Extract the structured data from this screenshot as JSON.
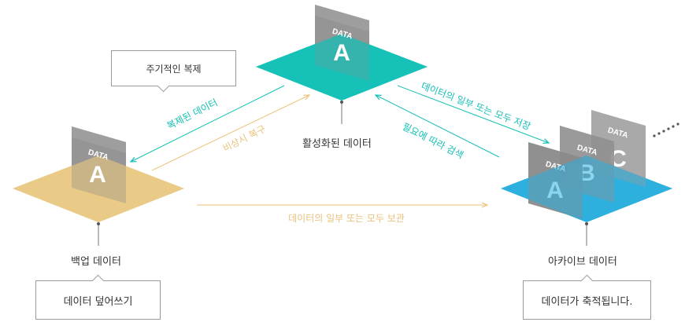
{
  "nodes": {
    "active": {
      "label": "활성화된 데이터",
      "card": {
        "tag": "DATA",
        "letter": "A"
      },
      "color": "#13c0b5"
    },
    "backup": {
      "label": "백업 데이터",
      "card": {
        "tag": "DATA",
        "letter": "A"
      },
      "color": "#e8c883",
      "note": "데이터 덮어쓰기"
    },
    "archive": {
      "label": "아카이브 데이터",
      "cards": [
        {
          "tag": "DATA",
          "letter": "A"
        },
        {
          "tag": "DATA",
          "letter": "B"
        },
        {
          "tag": "DATA",
          "letter": "C"
        }
      ],
      "color": "#2eb0de",
      "note": "데이터가 축적됩니다."
    }
  },
  "callout": "주기적인 복제",
  "arrows": {
    "replicated": "복제된 데이터",
    "recovery": "비상시 복구",
    "partial_store": "데이터의 일부 또는 모두 저장",
    "search": "필요에 따라 검색",
    "partial_keep": "데이터의 일부 또는 모두 보관"
  },
  "colors": {
    "teal": "#13c0b5",
    "orange": "#ecc27c",
    "card": "#8f8f8f",
    "card_dark": "#555555"
  }
}
